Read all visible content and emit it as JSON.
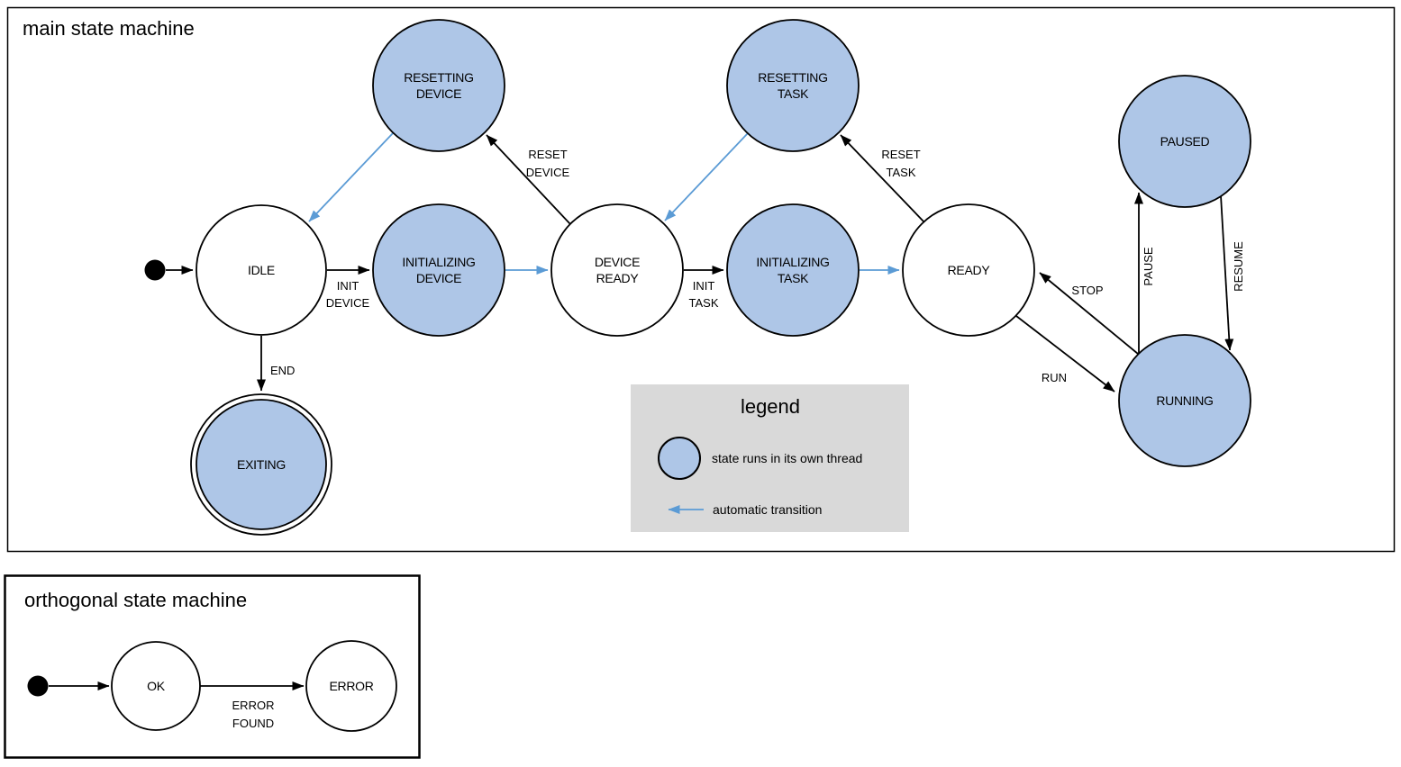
{
  "colors": {
    "thread_state_fill": "#aec6e7",
    "plain_state_fill": "#ffffff",
    "stroke": "#000000",
    "auto_transition": "#5b9bd5",
    "legend_bg": "#d9d9d9"
  },
  "main_panel": {
    "title": "main state machine",
    "states": {
      "idle": {
        "label": "IDLE"
      },
      "resetting_device": {
        "line1": "RESETTING",
        "line2": "DEVICE"
      },
      "initializing_device": {
        "line1": "INITIALIZING",
        "line2": "DEVICE"
      },
      "device_ready": {
        "line1": "DEVICE",
        "line2": "READY"
      },
      "resetting_task": {
        "line1": "RESETTING",
        "line2": "TASK"
      },
      "initializing_task": {
        "line1": "INITIALIZING",
        "line2": "TASK"
      },
      "ready": {
        "label": "READY"
      },
      "paused": {
        "label": "PAUSED"
      },
      "running": {
        "label": "RUNNING"
      },
      "exiting": {
        "label": "EXITING"
      }
    },
    "transitions": {
      "init_device": {
        "line1": "INIT",
        "line2": "DEVICE"
      },
      "reset_device": {
        "line1": "RESET",
        "line2": "DEVICE"
      },
      "init_task": {
        "line1": "INIT",
        "line2": "TASK"
      },
      "reset_task": {
        "line1": "RESET",
        "line2": "TASK"
      },
      "end": {
        "label": "END"
      },
      "run": {
        "label": "RUN"
      },
      "stop": {
        "label": "STOP"
      },
      "pause": {
        "label": "PAUSE"
      },
      "resume": {
        "label": "RESUME"
      }
    }
  },
  "legend": {
    "title": "legend",
    "thread_item": "state runs in its own thread",
    "auto_item": "automatic transition"
  },
  "orthogonal_panel": {
    "title": "orthogonal state machine",
    "states": {
      "ok": {
        "label": "OK"
      },
      "error": {
        "label": "ERROR"
      }
    },
    "transitions": {
      "error_found": {
        "line1": "ERROR",
        "line2": "FOUND"
      }
    }
  }
}
